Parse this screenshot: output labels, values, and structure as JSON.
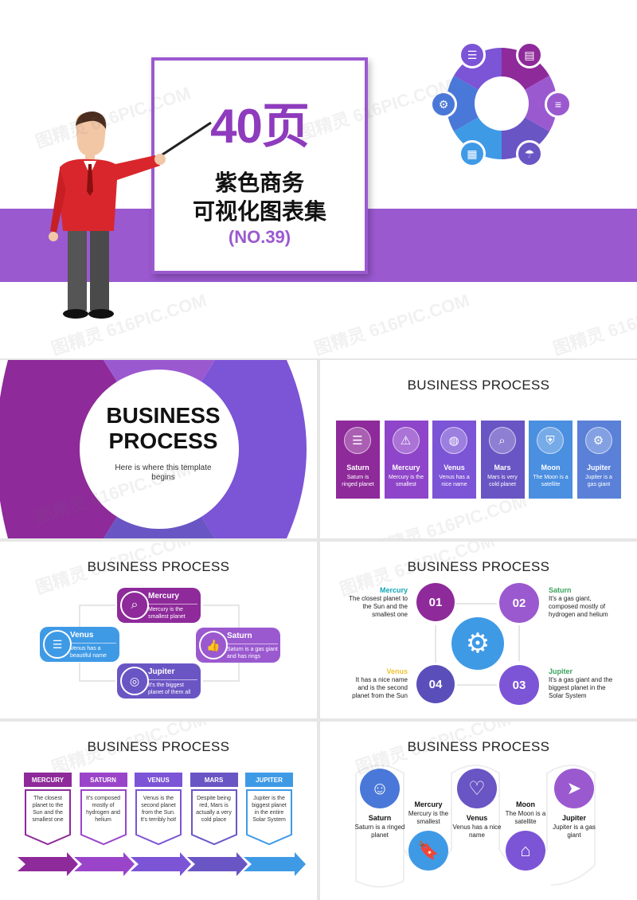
{
  "cover": {
    "pages": "40页",
    "title_line1": "紫色商务",
    "title_line2": "可视化图表集",
    "number": "(NO.39)"
  },
  "watermark": "图精灵 616PIC.COM",
  "slide2": {
    "title_line1": "BUSINESS",
    "title_line2": "PROCESS",
    "subtitle": "Here is where this template begins"
  },
  "slide3": {
    "title": "BUSINESS PROCESS",
    "cards": [
      {
        "icon": "sliders-icon",
        "name": "Saturn",
        "desc": "Saturn is ringed planet",
        "color": "#8e2a9a"
      },
      {
        "icon": "warning-icon",
        "name": "Mercury",
        "desc": "Mercury is the smallest",
        "color": "#8f45c9"
      },
      {
        "icon": "bag-icon",
        "name": "Venus",
        "desc": "Venus has a nice name",
        "color": "#7c54d6"
      },
      {
        "icon": "search-icon",
        "name": "Mars",
        "desc": "Mars is very cold planet",
        "color": "#6a55c4"
      },
      {
        "icon": "shield-icon",
        "name": "Moon",
        "desc": "The Moon is a satellite",
        "color": "#4a8fe0"
      },
      {
        "icon": "gear-icon",
        "name": "Jupiter",
        "desc": "Jupiter is a gas giant",
        "color": "#5a80d8"
      }
    ]
  },
  "slide4": {
    "title": "BUSINESS PROCESS",
    "mercury": {
      "name": "Mercury",
      "desc": "Mercury is the smallest planet"
    },
    "venus": {
      "name": "Venus",
      "desc": "Venus has a beautiful name"
    },
    "saturn": {
      "name": "Saturn",
      "desc": "Saturn is a gas giant and has rings"
    },
    "jupiter": {
      "name": "Jupiter",
      "desc": "It's the biggest planet of them all"
    }
  },
  "slide5": {
    "title": "BUSINESS PROCESS",
    "nums": [
      "01",
      "02",
      "03",
      "04"
    ],
    "mercury": {
      "name": "Mercury",
      "desc": "The closest planet to the Sun and the smallest one"
    },
    "saturn": {
      "name": "Saturn",
      "desc": "It's a gas giant, composed mostly of hydrogen and helium"
    },
    "venus": {
      "name": "Venus",
      "desc": "It has a nice name and is the second planet from the Sun"
    },
    "jupiter": {
      "name": "Jupiter",
      "desc": "It's a gas giant and the biggest planet in the Solar System"
    }
  },
  "slide6": {
    "title": "BUSINESS PROCESS",
    "cols": [
      {
        "name": "MERCURY",
        "desc": "The closest planet to the Sun and the smallest one",
        "color": "#8e2a9a"
      },
      {
        "name": "SATURN",
        "desc": "It's composed mostly of hydrogen and helium",
        "color": "#9a45c9"
      },
      {
        "name": "VENUS",
        "desc": "Venus is the second planet from the Sun. It's terribly hot!",
        "color": "#7c54d6"
      },
      {
        "name": "MARS",
        "desc": "Despite being red, Mars is actually a very cold place",
        "color": "#6a55c4"
      },
      {
        "name": "JUPITER",
        "desc": "Jupiter is the biggest planet in the entire Solar System",
        "color": "#3f9ae6"
      }
    ]
  },
  "slide7": {
    "title": "BUSINESS PROCESS",
    "items": [
      {
        "name": "Saturn",
        "desc": "Saturn is a ringed planet"
      },
      {
        "name": "Mercury",
        "desc": "Mercury is the smallest"
      },
      {
        "name": "Venus",
        "desc": "Venus has a nice name"
      },
      {
        "name": "Moon",
        "desc": "The Moon is a satellite"
      },
      {
        "name": "Jupiter",
        "desc": "Jupiter is a gas giant"
      }
    ]
  },
  "colors": {
    "purple": "#9b59d0",
    "magenta": "#8e2a9a",
    "blue": "#3f9ae6",
    "teal": "#12a7b5",
    "green": "#3aa35d",
    "yellow": "#f0c234"
  }
}
